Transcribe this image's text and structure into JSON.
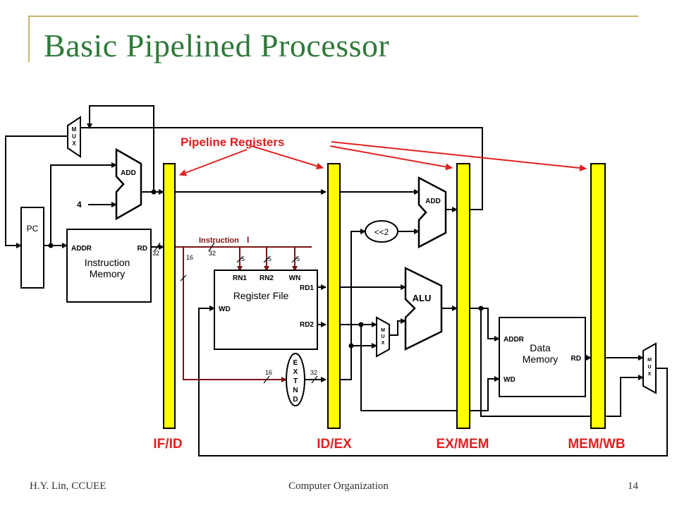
{
  "title": "Basic Pipelined Processor",
  "footer": {
    "left": "H.Y. Lin, CCUEE",
    "center": "Computer Organization",
    "page": "14"
  },
  "diagram": {
    "callout": "Pipeline Registers",
    "stages": [
      "IF/ID",
      "ID/EX",
      "EX/MEM",
      "MEM/WB"
    ],
    "pc_label": "PC",
    "constant_four": "4",
    "adder_label": "ADD",
    "mux_letters": [
      "M",
      "U",
      "X"
    ],
    "instr_mem": {
      "addr": "ADDR",
      "rd": "RD",
      "name1": "Instruction",
      "name2": "Memory"
    },
    "instruction_label": "Instruction",
    "instruction_symbol": "I",
    "reg_file": {
      "rn1": "RN1",
      "rn2": "RN2",
      "wn": "WN",
      "rd1": "RD1",
      "rd2": "RD2",
      "wd": "WD",
      "name": "Register File"
    },
    "extend_letters": [
      "E",
      "X",
      "T",
      "N",
      "D"
    ],
    "shift_label": "<<2",
    "alu_label": "ALU",
    "data_mem": {
      "addr": "ADDR",
      "name1": "Data",
      "name2": "Memory",
      "rd": "RD",
      "wd": "WD"
    },
    "bus_widths": {
      "w32": "32",
      "w16": "16",
      "w5": "5"
    },
    "colors": {
      "pipe_fill": "#ffff00",
      "callout": "#e02020",
      "instr_bus": "#7a1515",
      "title": "#2f7a3a"
    }
  }
}
